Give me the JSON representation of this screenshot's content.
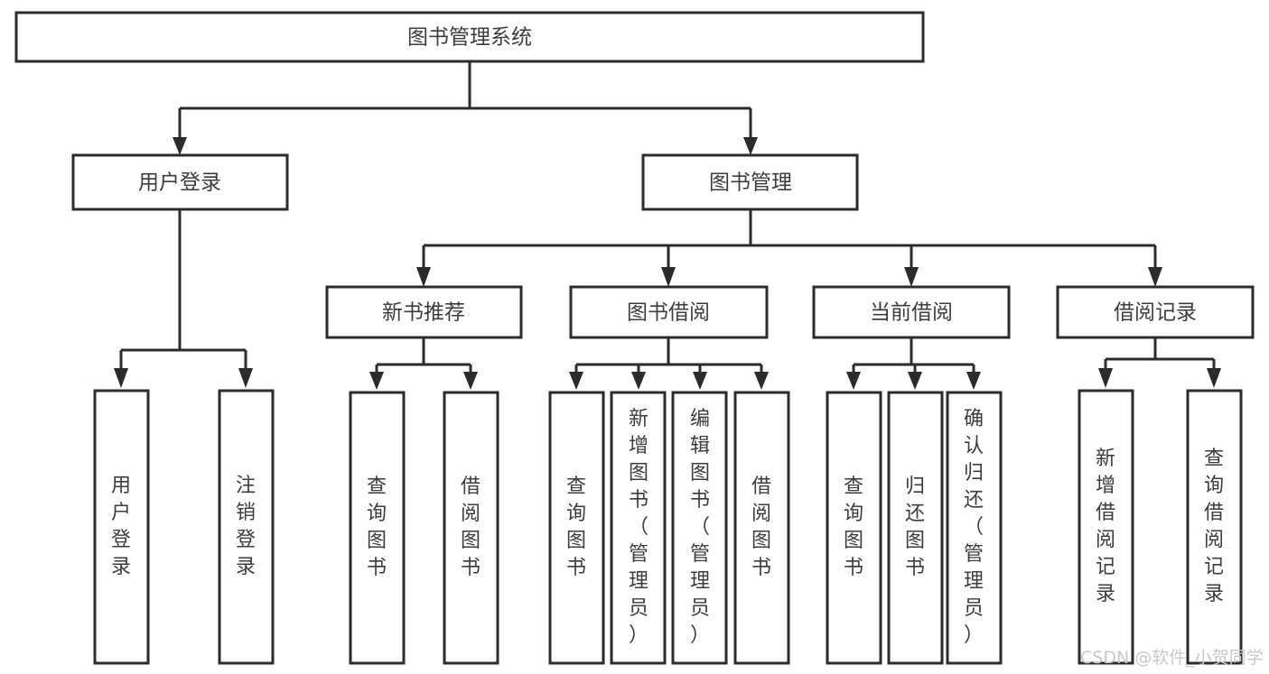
{
  "diagram": {
    "type": "tree-hierarchy-chart",
    "title": "图书管理系统",
    "background_color": "#ffffff",
    "box_stroke_color": "#2b2b2b",
    "text_color": "#3c3c3c",
    "connector_color": "#2b2b2b",
    "root": {
      "label": "图书管理系统"
    },
    "level2": [
      {
        "label": "用户登录"
      },
      {
        "label": "图书管理"
      }
    ],
    "level3": [
      {
        "label": "新书推荐"
      },
      {
        "label": "图书借阅"
      },
      {
        "label": "当前借阅"
      },
      {
        "label": "借阅记录"
      }
    ],
    "leaves": {
      "user_login": [
        {
          "label": "用户登录"
        },
        {
          "label": "注销登录"
        }
      ],
      "new_book_recommend": [
        {
          "label": "查询图书"
        },
        {
          "label": "借阅图书"
        }
      ],
      "book_borrow": [
        {
          "label": "查询图书"
        },
        {
          "label": "新增图书（管理员）"
        },
        {
          "label": "编辑图书（管理员）"
        },
        {
          "label": "借阅图书"
        }
      ],
      "current_borrow": [
        {
          "label": "查询图书"
        },
        {
          "label": "归还图书"
        },
        {
          "label": "确认归还（管理员）"
        }
      ],
      "borrow_records": [
        {
          "label": "新增借阅记录"
        },
        {
          "label": "查询借阅记录"
        }
      ]
    }
  },
  "watermark": {
    "text": "CSDN @软件_小贺同学",
    "color": "#c9c9c9"
  }
}
